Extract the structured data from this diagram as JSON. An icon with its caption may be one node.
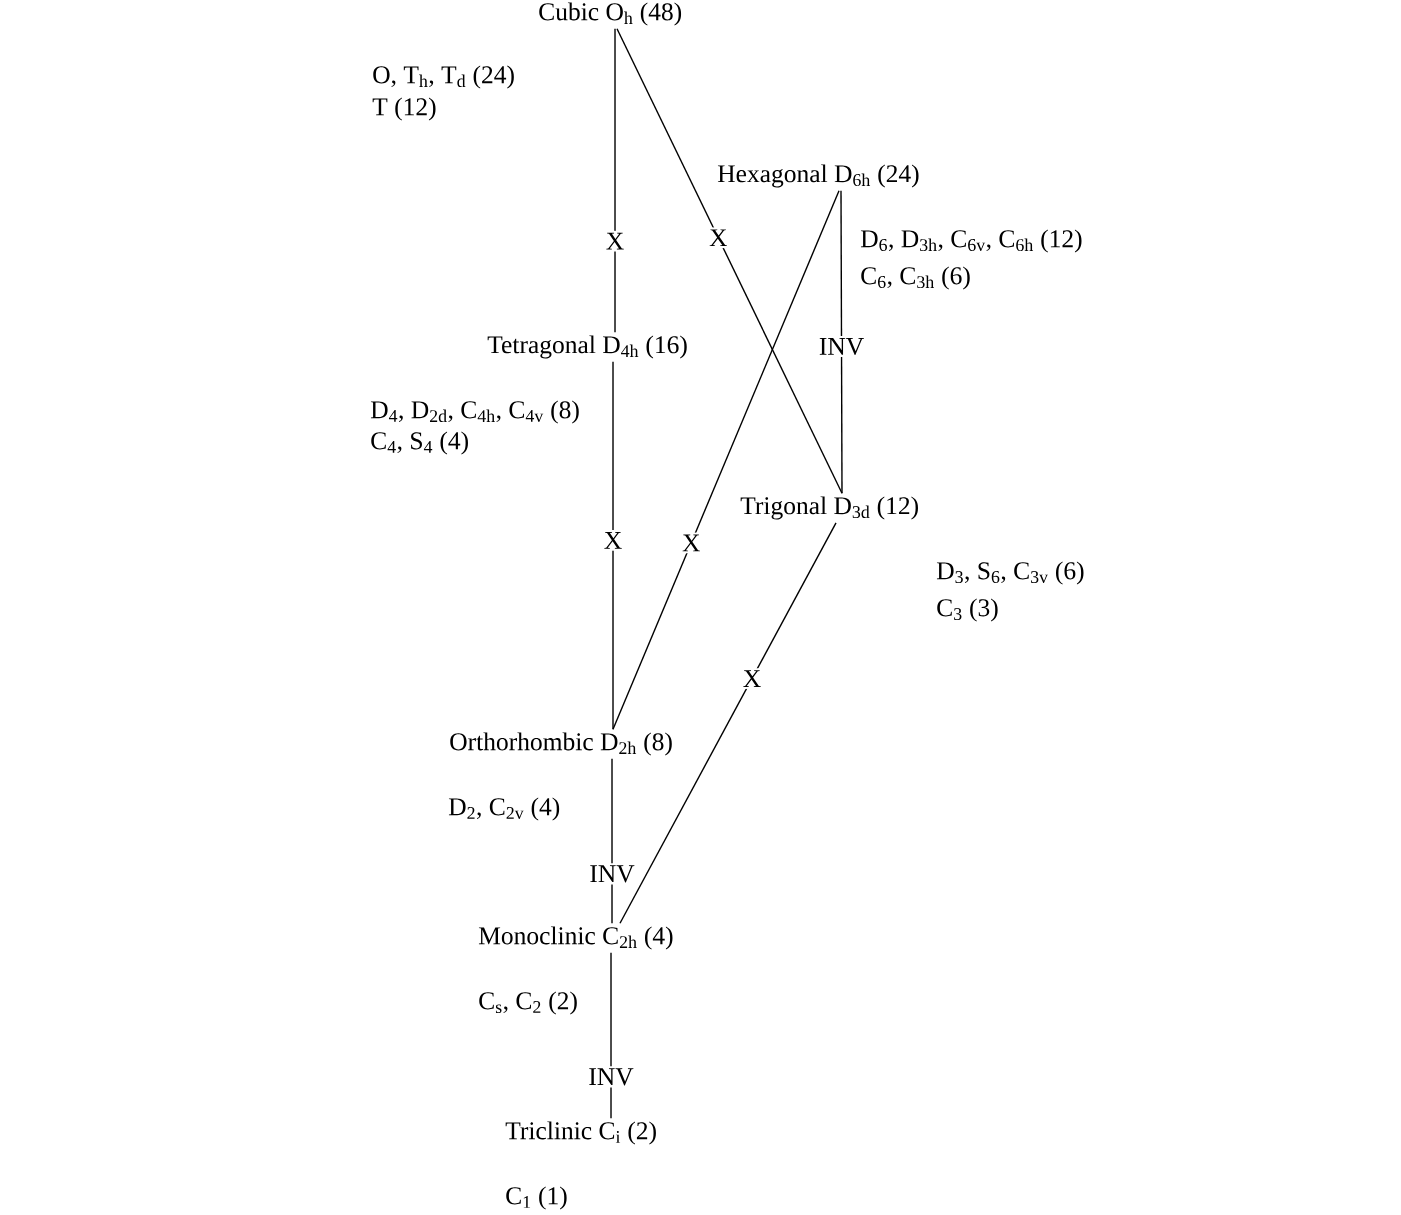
{
  "diagram": {
    "nodes": [
      {
        "text": [
          "Cubic O$_{h}$ (48)"
        ],
        "beside": [
          "O, T$_{h}$, T$_{d}$ (24)",
          "T (12)"
        ]
      },
      {
        "text": [
          "Hexagonal D$_{6h}$ (24)"
        ],
        "beside": [
          "D$_{6}$, D$_{3h}$, C$_{6v}$, C$_{6h}$ (12)",
          "C$_{6}$, C$_{3h}$ (6)"
        ]
      },
      {
        "text": [
          "Tetragonal D$_{4h}$ (16)"
        ],
        "beside": [
          "D$_{4}$, D$_{2d}$, C$_{4h}$, C$_{4v}$ (8)",
          "C$_{4}$, S$_{4}$ (4)"
        ]
      },
      {
        "text": [
          "Trigonal D$_{3d}$ (12)"
        ],
        "beside": [
          "D$_{3}$, S$_{6}$, C$_{3v}$ (6)",
          "C$_{3}$ (3)"
        ]
      },
      {
        "text": [
          "Orthorhombic D$_{2h}$ (8)"
        ],
        "beside": [
          "D$_{2}$, C$_{2v}$ (4)"
        ]
      },
      {
        "text": [
          "Monoclinic C$_{2h}$ (4)"
        ],
        "beside": [
          "C$_{s}$, C$_{2}$ (2)"
        ]
      },
      {
        "text": [
          "Triclinic C$_{i}$ (2)"
        ],
        "beside": [
          "C$_{1}$ (1)"
        ]
      }
    ],
    "edges": [
      {
        "from": 0,
        "to": 2,
        "arrow": "none",
        "label": "X"
      },
      {
        "from": 0,
        "to": 3,
        "arrow": "none",
        "label": "X"
      },
      {
        "from": 1,
        "to": 3,
        "arrow": "none",
        "label": "INV"
      },
      {
        "from": 1,
        "to": 4,
        "arrow": "none",
        "label": "X"
      },
      {
        "from": 2,
        "to": 4,
        "arrow": "none",
        "label": "X"
      },
      {
        "from": 3,
        "to": 5,
        "arrow": "none",
        "label": "X"
      },
      {
        "from": 4,
        "to": 5,
        "arrow": "none",
        "label": "INV"
      },
      {
        "from": 5,
        "to": 6,
        "arrow": "none",
        "label": "INV"
      }
    ]
  }
}
